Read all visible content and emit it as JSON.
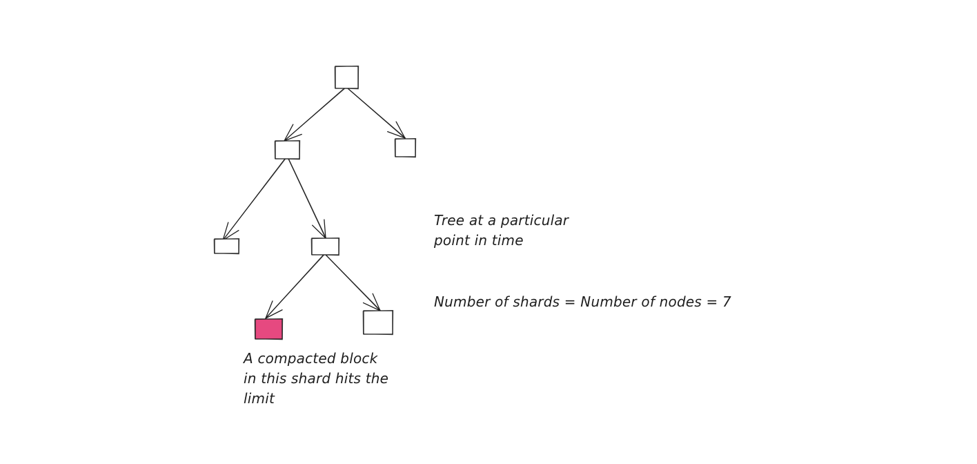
{
  "diagram": {
    "node_count": 7,
    "nodes": [
      {
        "id": "root",
        "highlighted": false
      },
      {
        "id": "left",
        "highlighted": false
      },
      {
        "id": "right",
        "highlighted": false
      },
      {
        "id": "left-left",
        "highlighted": false
      },
      {
        "id": "left-right",
        "highlighted": false
      },
      {
        "id": "left-right-left",
        "highlighted": true
      },
      {
        "id": "left-right-right",
        "highlighted": false
      }
    ],
    "edges": [
      {
        "from": "root",
        "to": "left"
      },
      {
        "from": "root",
        "to": "right"
      },
      {
        "from": "left",
        "to": "left-left"
      },
      {
        "from": "left",
        "to": "left-right"
      },
      {
        "from": "left-right",
        "to": "left-right-left"
      },
      {
        "from": "left-right",
        "to": "left-right-right"
      }
    ],
    "colors": {
      "stroke": "#1e1e1e",
      "highlight_fill": "#e64980",
      "background": "#ffffff"
    }
  },
  "annotations": {
    "tree_caption": [
      "Tree at a particular",
      "point in time"
    ],
    "shard_count": "Number of shards = Number of nodes = 7",
    "compacted_block": [
      "A compacted block",
      "in this shard hits the",
      "limit"
    ]
  }
}
